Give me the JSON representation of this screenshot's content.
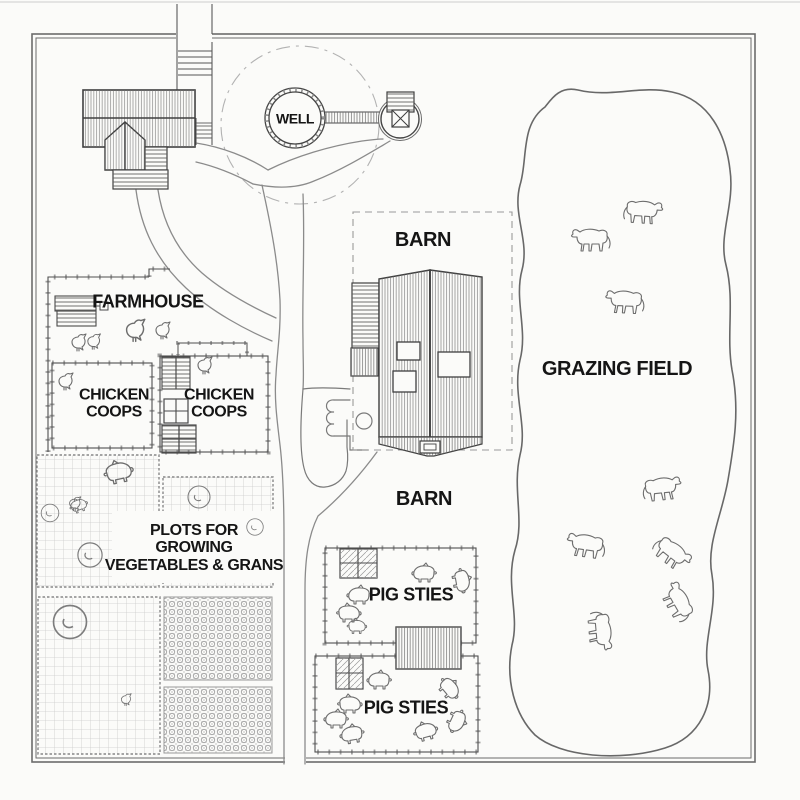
{
  "palette": {
    "paper": "#fbfbf9",
    "ink_dark": "#3a3a3a",
    "ink": "#5a5a5a",
    "ink_light": "#8a8a8a",
    "grid_line": "#c9c9c9",
    "text": "#151515"
  },
  "labels": {
    "well": "WELL",
    "farmhouse": "FARMHOUSE",
    "chicken_coops": "CHICKEN COOPS",
    "barn": "BARN",
    "pig_sties": "PIG STIES",
    "grazing_field": "GRAZING FIELD",
    "plots": {
      "lines": [
        "PLOTS FOR",
        "GROWING",
        "VEGETABLES & GRANS"
      ]
    }
  },
  "features": {
    "cow_count": 8,
    "pig_count": 14,
    "chicken_count": 8,
    "tree_count": 5,
    "pig_pen_count": 2,
    "chicken_coop_count": 2,
    "crop_plot_count": 5
  }
}
